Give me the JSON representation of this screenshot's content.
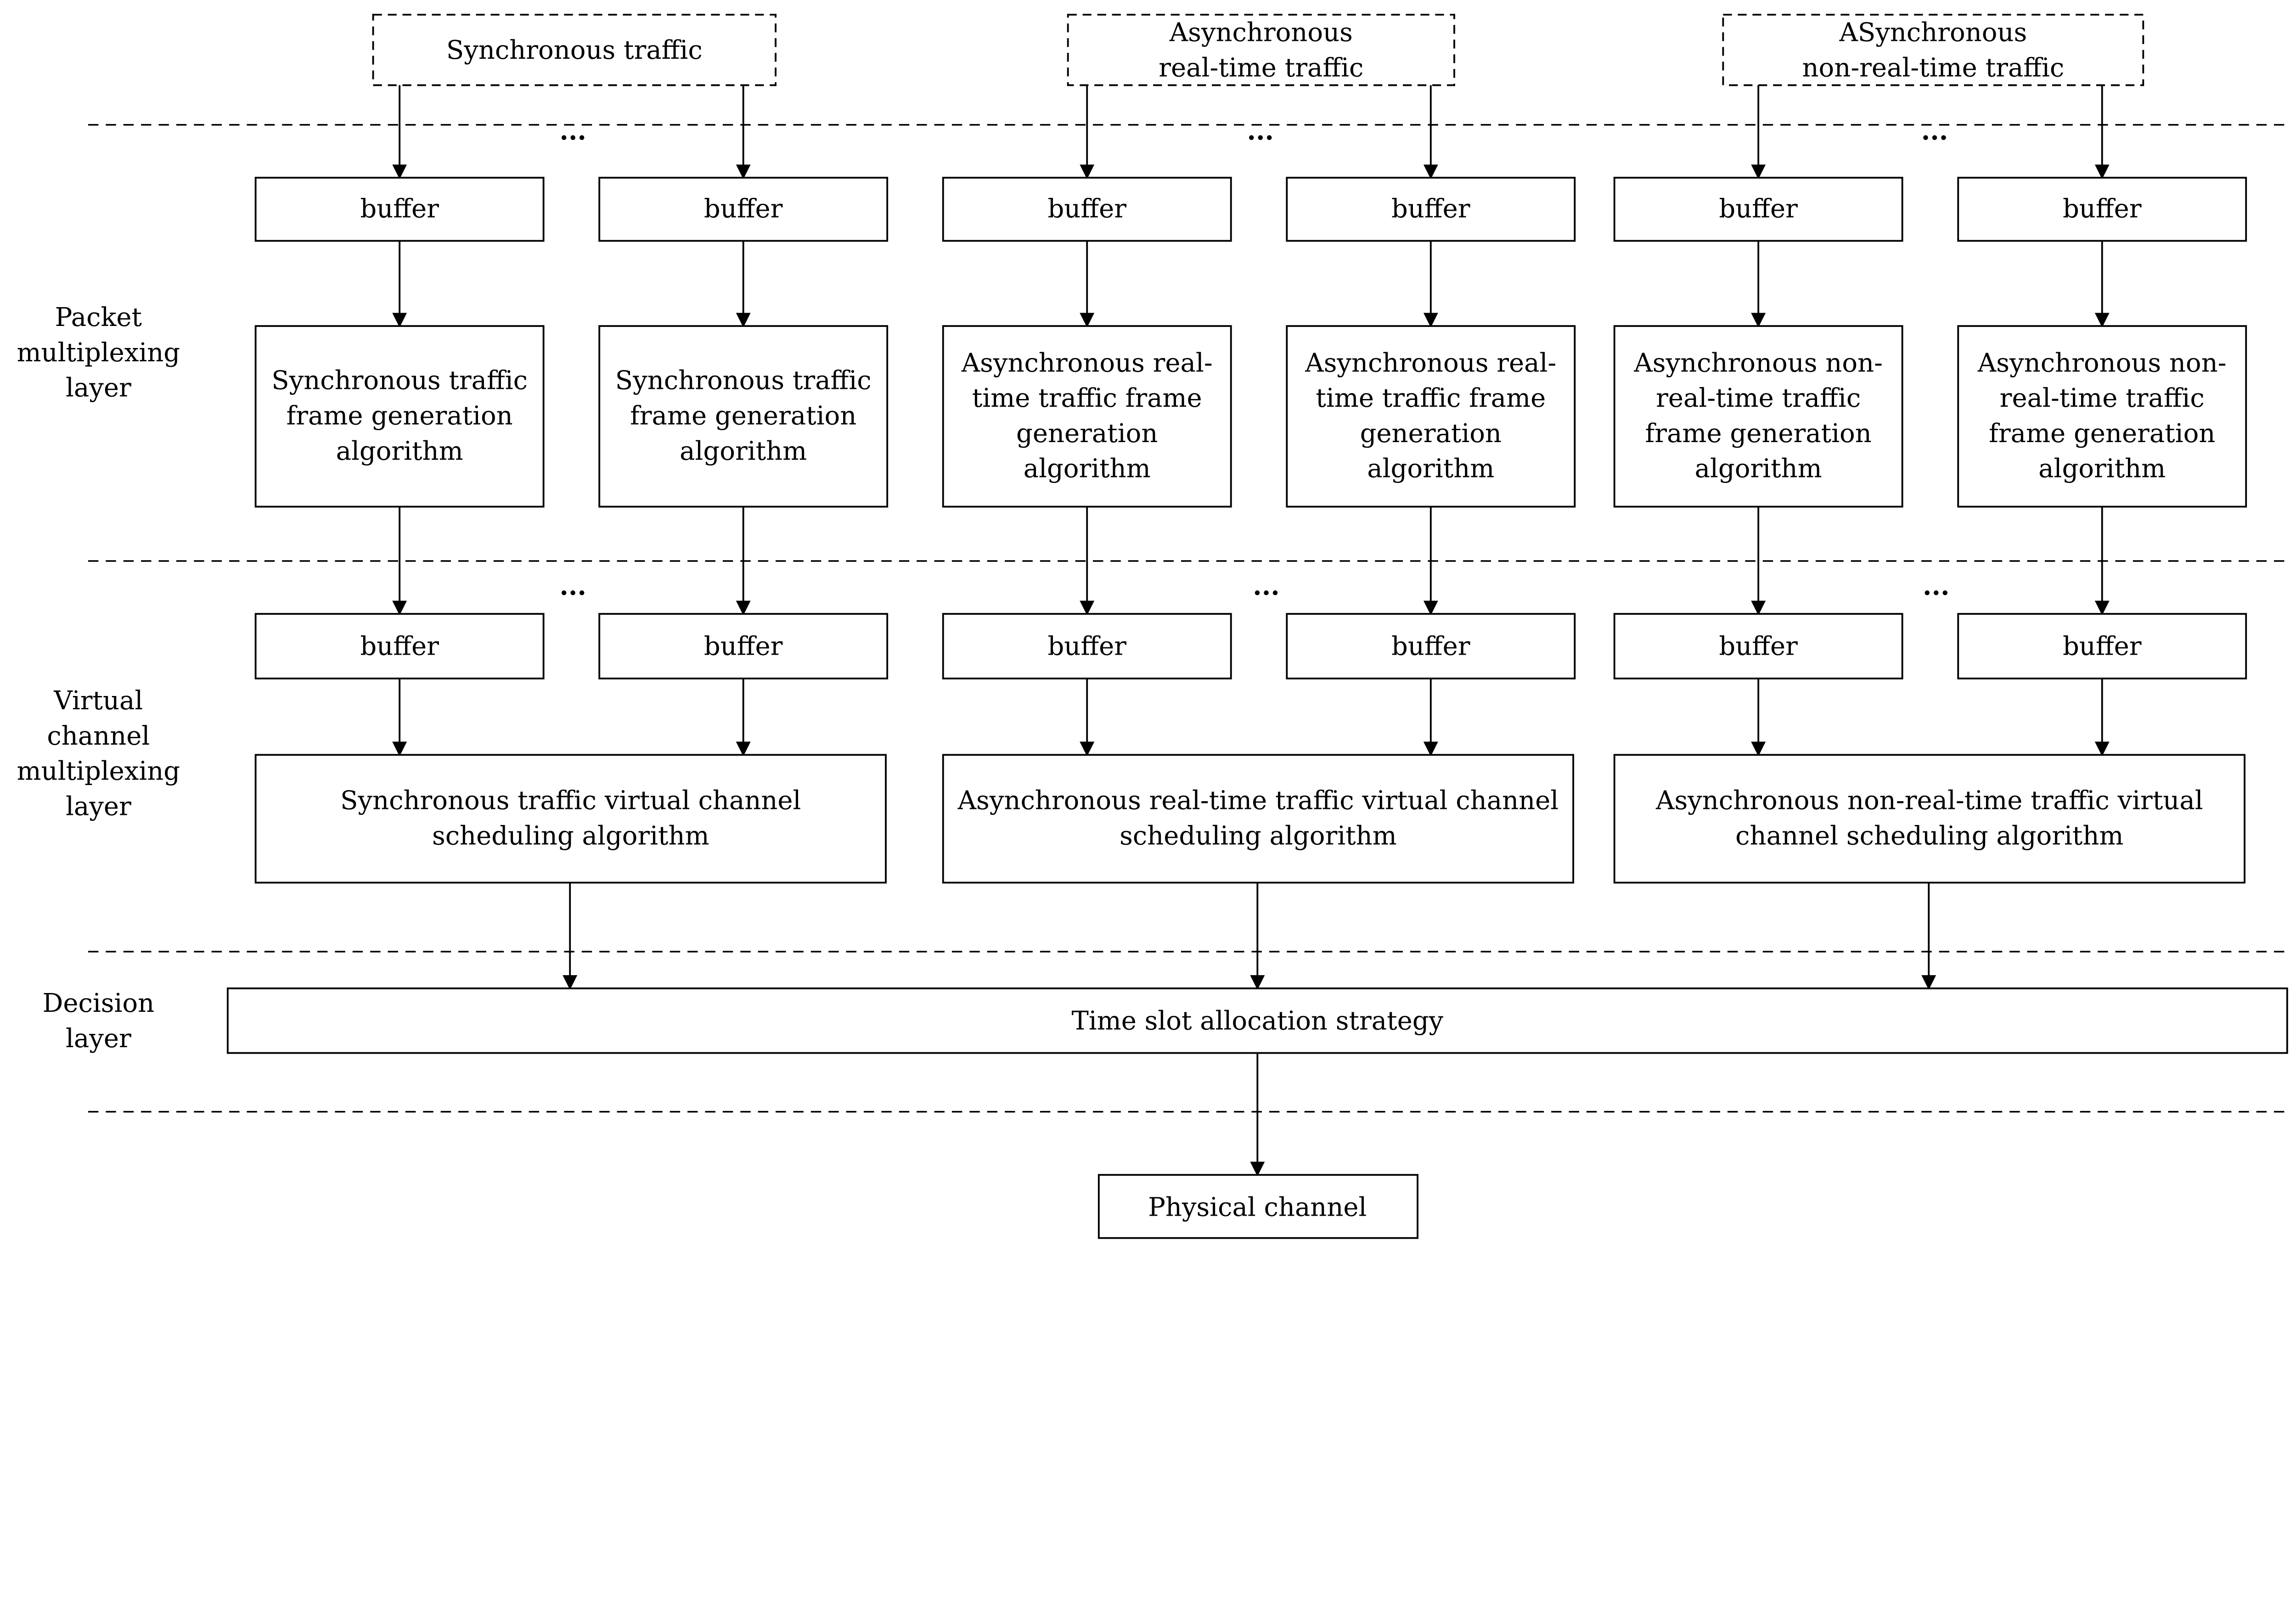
{
  "sources": [
    {
      "lines": [
        "Synchronous traffic"
      ]
    },
    {
      "lines": [
        "Asynchronous",
        "real-time traffic"
      ]
    },
    {
      "lines": [
        "ASynchronous",
        "non-real-time traffic"
      ]
    }
  ],
  "layers": [
    {
      "lines": [
        "Packet",
        "multiplexing",
        "layer"
      ]
    },
    {
      "lines": [
        "Virtual",
        "channel",
        "multiplexing",
        "layer"
      ]
    },
    {
      "lines": [
        "Decision",
        "layer"
      ]
    }
  ],
  "buffer_label": "buffer",
  "ellipsis": "...",
  "frame_algorithms": [
    {
      "lines": [
        "Synchronous traffic",
        "frame generation",
        "algorithm"
      ]
    },
    {
      "lines": [
        "Synchronous traffic",
        "frame generation",
        "algorithm"
      ]
    },
    {
      "lines": [
        "Asynchronous real-",
        "time traffic frame",
        "generation",
        "algorithm"
      ]
    },
    {
      "lines": [
        "Asynchronous real-",
        "time traffic frame",
        "generation",
        "algorithm"
      ]
    },
    {
      "lines": [
        "Asynchronous non-",
        "real-time traffic",
        "frame generation",
        "algorithm"
      ]
    },
    {
      "lines": [
        "Asynchronous non-",
        "real-time traffic",
        "frame generation",
        "algorithm"
      ]
    }
  ],
  "vc_algorithms": [
    {
      "lines": [
        "Synchronous traffic virtual channel",
        "scheduling algorithm"
      ]
    },
    {
      "lines": [
        "Asynchronous real-time traffic virtual channel",
        "scheduling algorithm"
      ]
    },
    {
      "lines": [
        "Asynchronous non-real-time traffic virtual",
        "channel scheduling algorithm"
      ]
    }
  ],
  "decision": {
    "label": "Time slot allocation strategy"
  },
  "physical": {
    "label": "Physical channel"
  }
}
